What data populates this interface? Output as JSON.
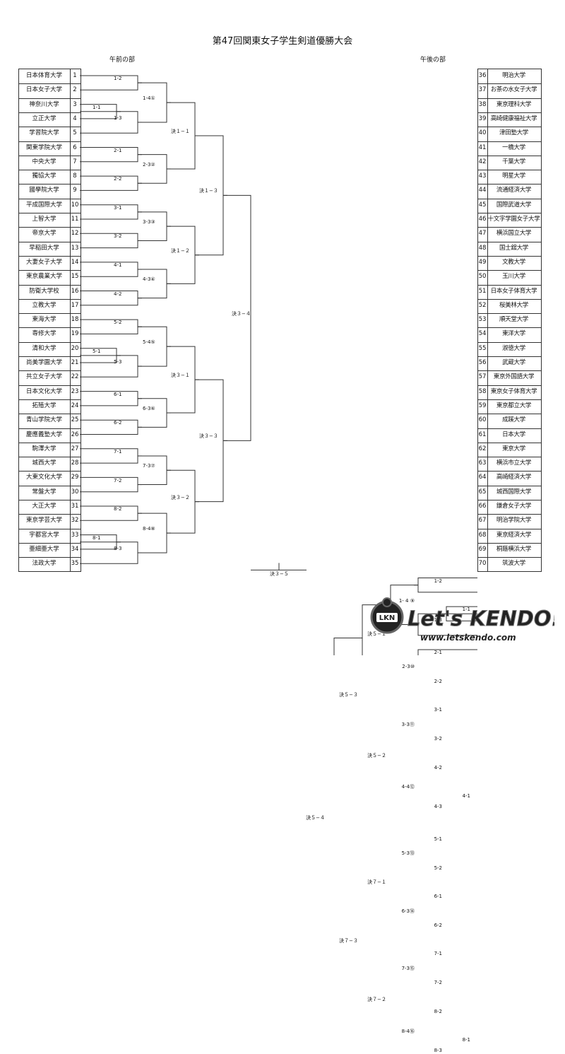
{
  "title": "第47回関東女子学生剣道優勝大会",
  "sections": {
    "am": "午前の部",
    "pm": "午後の部"
  },
  "left_teams": [
    {
      "no": "1",
      "name": "日本体育大学"
    },
    {
      "no": "2",
      "name": "日本女子大学"
    },
    {
      "no": "3",
      "name": "神奈川大学"
    },
    {
      "no": "4",
      "name": "立正大学"
    },
    {
      "no": "5",
      "name": "学習院大学"
    },
    {
      "no": "6",
      "name": "関東学院大学"
    },
    {
      "no": "7",
      "name": "中央大学"
    },
    {
      "no": "8",
      "name": "獨協大学"
    },
    {
      "no": "9",
      "name": "國學院大学"
    },
    {
      "no": "10",
      "name": "平成国際大学"
    },
    {
      "no": "11",
      "name": "上智大学"
    },
    {
      "no": "12",
      "name": "帝京大学"
    },
    {
      "no": "13",
      "name": "早稲田大学"
    },
    {
      "no": "14",
      "name": "大妻女子大学"
    },
    {
      "no": "15",
      "name": "東京農業大学"
    },
    {
      "no": "16",
      "name": "防衛大学校"
    },
    {
      "no": "17",
      "name": "立教大学"
    },
    {
      "no": "18",
      "name": "東海大学"
    },
    {
      "no": "19",
      "name": "専修大学"
    },
    {
      "no": "20",
      "name": "清和大学"
    },
    {
      "no": "21",
      "name": "尚美学園大学"
    },
    {
      "no": "22",
      "name": "共立女子大学"
    },
    {
      "no": "23",
      "name": "日本文化大学"
    },
    {
      "no": "24",
      "name": "拓殖大学"
    },
    {
      "no": "25",
      "name": "青山学院大学"
    },
    {
      "no": "26",
      "name": "慶應義塾大学"
    },
    {
      "no": "27",
      "name": "駒澤大学"
    },
    {
      "no": "28",
      "name": "城西大学"
    },
    {
      "no": "29",
      "name": "大東文化大学"
    },
    {
      "no": "30",
      "name": "常盤大学"
    },
    {
      "no": "31",
      "name": "大正大学"
    },
    {
      "no": "32",
      "name": "東京学芸大学"
    },
    {
      "no": "33",
      "name": "宇都宮大学"
    },
    {
      "no": "34",
      "name": "亜細亜大学"
    },
    {
      "no": "35",
      "name": "法政大学"
    }
  ],
  "right_teams": [
    {
      "no": "36",
      "name": "明治大学"
    },
    {
      "no": "37",
      "name": "お茶の水女子大学"
    },
    {
      "no": "38",
      "name": "東京理科大学"
    },
    {
      "no": "39",
      "name": "高崎健康福祉大学"
    },
    {
      "no": "40",
      "name": "津田塾大学"
    },
    {
      "no": "41",
      "name": "一橋大学"
    },
    {
      "no": "42",
      "name": "千葉大学"
    },
    {
      "no": "43",
      "name": "明星大学"
    },
    {
      "no": "44",
      "name": "流通経済大学"
    },
    {
      "no": "45",
      "name": "国際武道大学"
    },
    {
      "no": "46",
      "name": "十文字学園女子大学"
    },
    {
      "no": "47",
      "name": "横浜国立大学"
    },
    {
      "no": "48",
      "name": "国士舘大学"
    },
    {
      "no": "49",
      "name": "文教大学"
    },
    {
      "no": "50",
      "name": "玉川大学"
    },
    {
      "no": "51",
      "name": "日本女子体育大学"
    },
    {
      "no": "52",
      "name": "桜美林大学"
    },
    {
      "no": "53",
      "name": "順天堂大学"
    },
    {
      "no": "54",
      "name": "東洋大学"
    },
    {
      "no": "55",
      "name": "淑徳大学"
    },
    {
      "no": "56",
      "name": "武蔵大学"
    },
    {
      "no": "57",
      "name": "東京外国語大学"
    },
    {
      "no": "58",
      "name": "東京女子体育大学"
    },
    {
      "no": "59",
      "name": "東京都立大学"
    },
    {
      "no": "60",
      "name": "成蹊大学"
    },
    {
      "no": "61",
      "name": "日本大学"
    },
    {
      "no": "62",
      "name": "東京大学"
    },
    {
      "no": "63",
      "name": "横浜市立大学"
    },
    {
      "no": "64",
      "name": "高崎経済大学"
    },
    {
      "no": "65",
      "name": "城西国際大学"
    },
    {
      "no": "66",
      "name": "鎌倉女子大学"
    },
    {
      "no": "67",
      "name": "明治学院大学"
    },
    {
      "no": "68",
      "name": "東京経済大学"
    },
    {
      "no": "69",
      "name": "桐蔭横浜大学"
    },
    {
      "no": "70",
      "name": "筑波大学"
    }
  ],
  "match_labels": {
    "l11": "1-1",
    "l12": "1-2",
    "l13": "1-3",
    "l14": "1-4①",
    "l21": "2-1",
    "l22": "2-2",
    "l23": "2-3②",
    "l31": "3-1",
    "l32": "3-2",
    "l33": "3-3③",
    "l41": "4-1",
    "l42": "4-2",
    "l43": "4-3④",
    "l51": "5-1",
    "l52": "5-2",
    "l53": "5-3",
    "l54": "5-4⑤",
    "l61": "6-1",
    "l62": "6-2",
    "l63": "6-3⑥",
    "l71": "7-1",
    "l72": "7-2",
    "l73": "7-3⑦",
    "l81": "8-1",
    "l82": "8-2",
    "l83": "8-3",
    "l84": "8-4⑧",
    "lq11": "決１−１",
    "lq12": "決１−２",
    "lq31": "決３−１",
    "lq32": "決３−２",
    "ls13": "決１−３",
    "ls33": "決３−３",
    "lf34": "決３−４",
    "final": "決３−５",
    "r11": "1-1",
    "r12": "1-2",
    "r13": "1-3",
    "r14": "1- 4 ⑨",
    "r21": "2-1",
    "r22": "2-2",
    "r23": "2-3⑩",
    "r31": "3-1",
    "r32": "3-2",
    "r33": "3-3⑪",
    "r41": "4-1",
    "r42": "4-2",
    "r43": "4-3",
    "r44": "4-4⑫",
    "r51": "5-1",
    "r52": "5-2",
    "r53": "5-3⑬",
    "r61": "6-1",
    "r62": "6-2",
    "r63": "6-3⑭",
    "r71": "7-1",
    "r72": "7-2",
    "r73": "7-3⑮",
    "r81": "8-1",
    "r82": "8-2",
    "r83": "8-3",
    "r84": "8-4⑯",
    "rq51": "決５−１",
    "rq52": "決５−２",
    "rq71": "決７−１",
    "rq72": "決７−２",
    "rs53": "決５−３",
    "rs73": "決７−３",
    "rf54": "決５−４"
  },
  "logo": {
    "badge": "LKN",
    "text": "Let's KENDO!",
    "url": "www.letskendo.com"
  }
}
